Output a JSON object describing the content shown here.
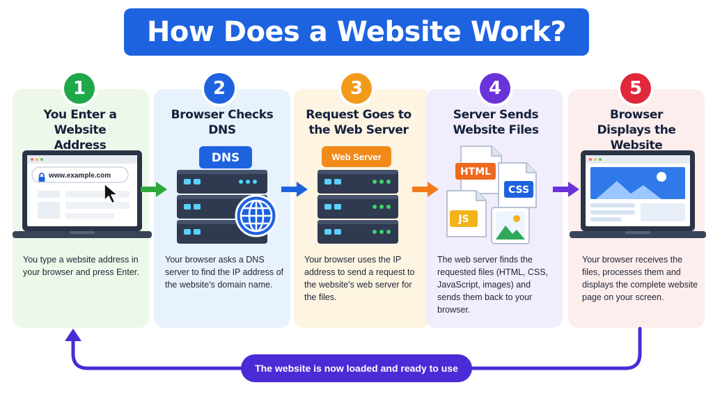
{
  "title": "How Does a Website Work?",
  "colors": {
    "title_bg": "#1d63e0",
    "step1": "#1ea84a",
    "step2": "#1d63e0",
    "step3": "#f29a1a",
    "step4": "#6a32d9",
    "step5": "#e0283a",
    "loop": "#4a2bd6"
  },
  "steps": [
    {
      "number": "1",
      "title": "You Enter a Website Address",
      "description": "You type a website address in your browser and press Enter.",
      "illustration": {
        "url_text": "www.example.com",
        "icons": [
          "laptop-icon",
          "lock-icon",
          "cursor-icon"
        ]
      }
    },
    {
      "number": "2",
      "title": "Browser Checks DNS",
      "description": "Your browser asks  a DNS server to find the IP address of the website's domain name.",
      "illustration": {
        "label": "DNS",
        "icons": [
          "server-icon",
          "globe-icon"
        ]
      }
    },
    {
      "number": "3",
      "title": "Request Goes to the Web Server",
      "description": "Your browser uses the IP address to send a request to the website's web server for the files.",
      "illustration": {
        "label": "Web Server",
        "icons": [
          "server-icon"
        ]
      }
    },
    {
      "number": "4",
      "title": "Server Sends Website Files",
      "description": "The web server finds the requested files (HTML, CSS, JavaScript, images) and sends them back to your browser.",
      "illustration": {
        "files": [
          "HTML",
          "CSS",
          "JS"
        ],
        "icons": [
          "file-icon",
          "image-icon"
        ]
      }
    },
    {
      "number": "5",
      "title": "Browser Displays the Website",
      "description": "Your browser receives the files, processes them and displays the complete website page on your screen.",
      "illustration": {
        "icons": [
          "laptop-icon",
          "image-icon"
        ]
      }
    }
  ],
  "loop_label": "The website is now loaded and ready to use"
}
